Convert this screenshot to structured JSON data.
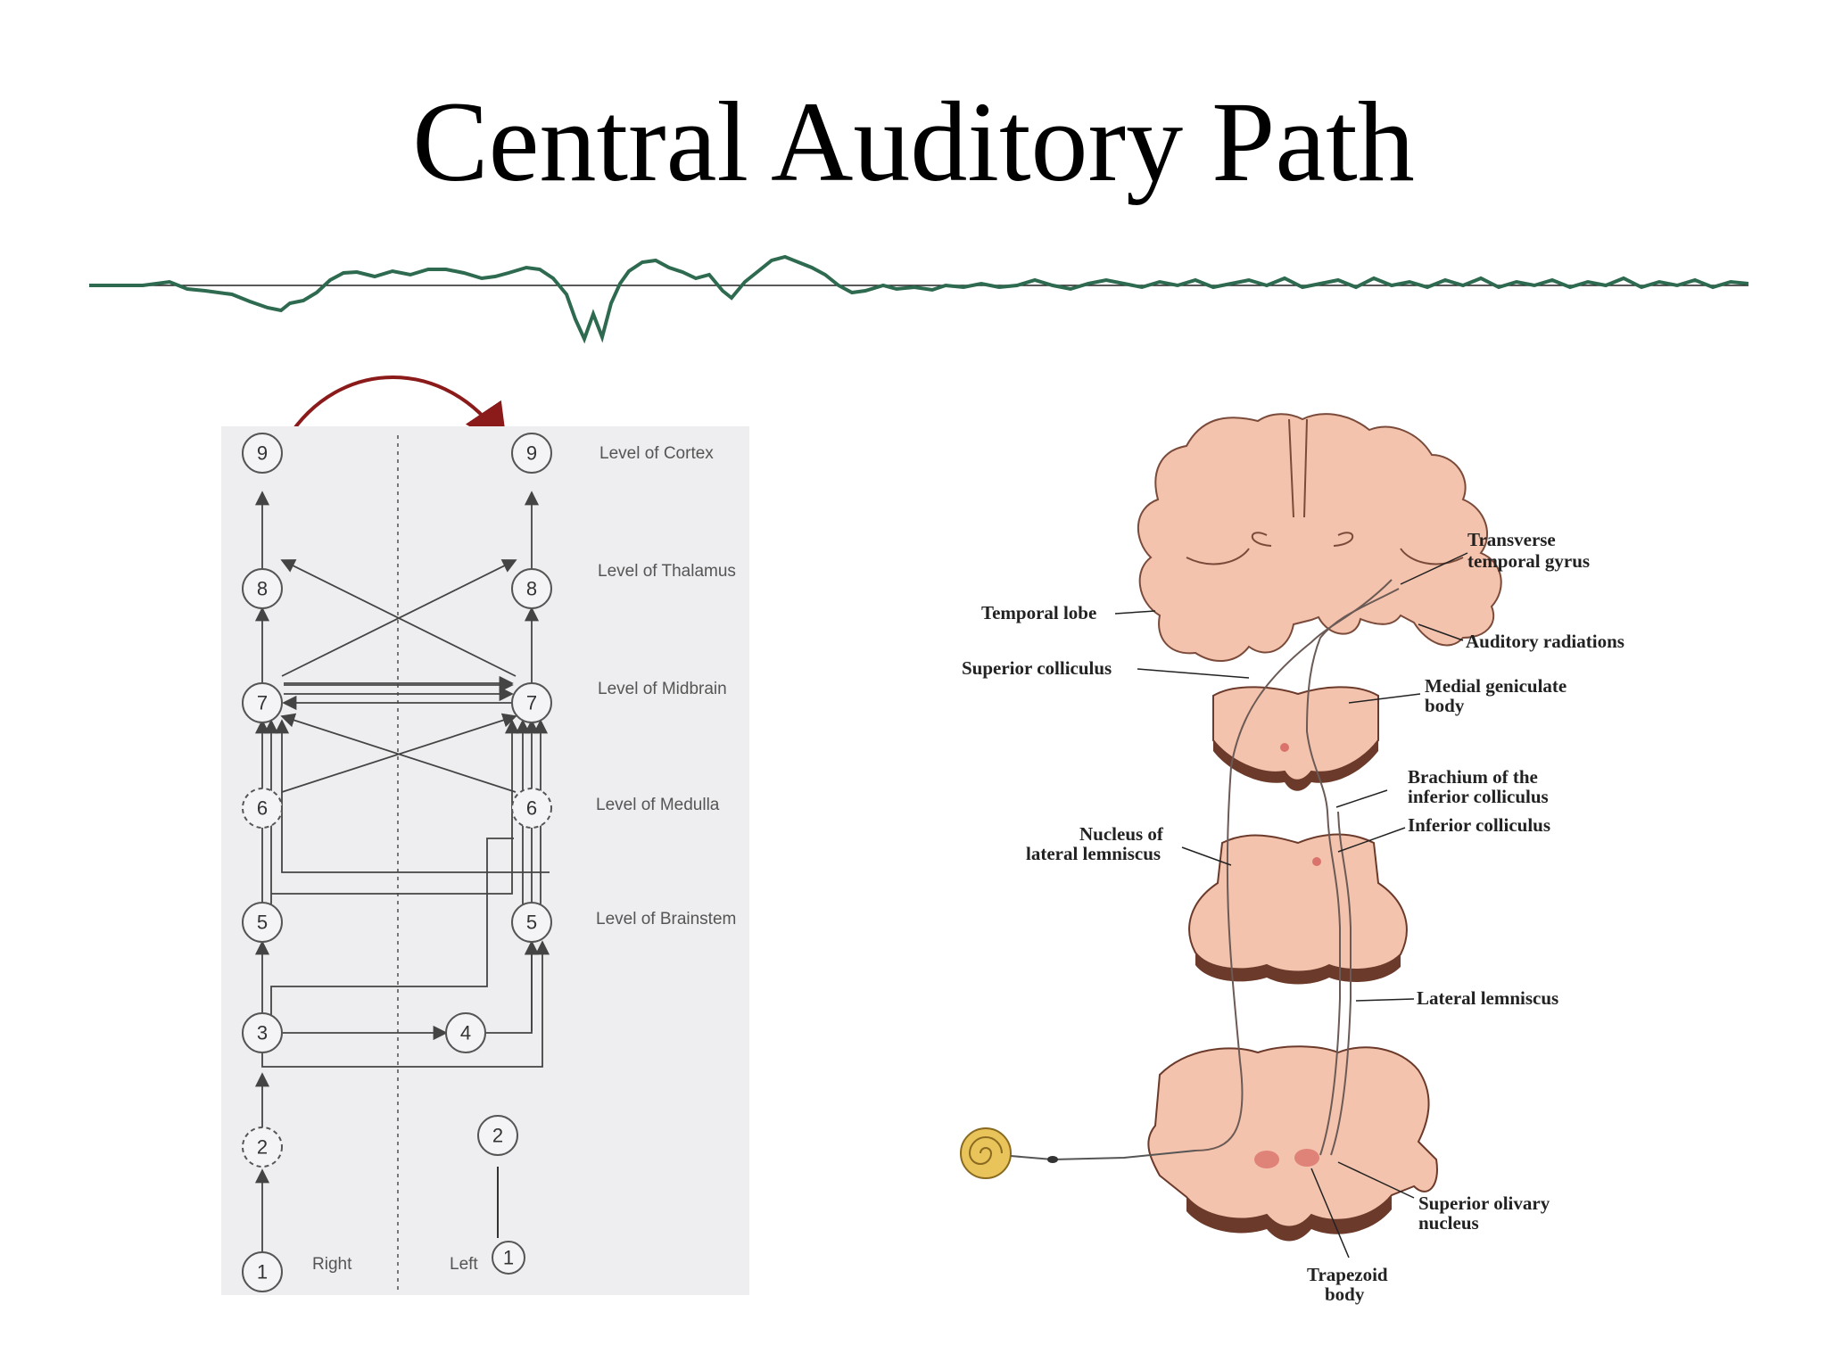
{
  "title": "Central Auditory Path",
  "colors": {
    "wave": "#2d6a4f",
    "arrow": "#8b1a1a",
    "tissue": "#f4c3ad",
    "tissue_edge": "#6b3a2a",
    "cochlea": "#e8c45a"
  },
  "levels": [
    {
      "id": "cortex",
      "label": "Level of Cortex"
    },
    {
      "id": "thalamus",
      "label": "Level of Thalamus"
    },
    {
      "id": "midbrain",
      "label": "Level of Midbrain"
    },
    {
      "id": "medulla",
      "label": "Level of Medulla"
    },
    {
      "id": "brainstem",
      "label": "Level of Brainstem"
    }
  ],
  "nodes": {
    "n9": "9",
    "n8": "8",
    "n7": "7",
    "n6": "6",
    "n5": "5",
    "n4": "4",
    "n3": "3",
    "n2": "2",
    "n1": "1"
  },
  "sides": {
    "right": "Right",
    "left": "Left"
  },
  "anatomy_labels": {
    "transverse_temporal_gyrus_1": "Transverse",
    "transverse_temporal_gyrus_2": "temporal gyrus",
    "temporal_lobe": "Temporal lobe",
    "auditory_radiations": "Auditory radiations",
    "superior_colliculus": "Superior colliculus",
    "medial_geniculate_1": "Medial geniculate",
    "medial_geniculate_2": "body",
    "brachium_1": "Brachium of the",
    "brachium_2": "inferior colliculus",
    "nucleus_lateral_lemniscus_1": "Nucleus of",
    "nucleus_lateral_lemniscus_2": "lateral lemniscus",
    "inferior_colliculus": "Inferior colliculus",
    "lateral_lemniscus": "Lateral lemniscus",
    "superior_olivary_1": "Superior olivary",
    "superior_olivary_2": "nucleus",
    "trapezoid_1": "Trapezoid",
    "trapezoid_2": "body"
  }
}
